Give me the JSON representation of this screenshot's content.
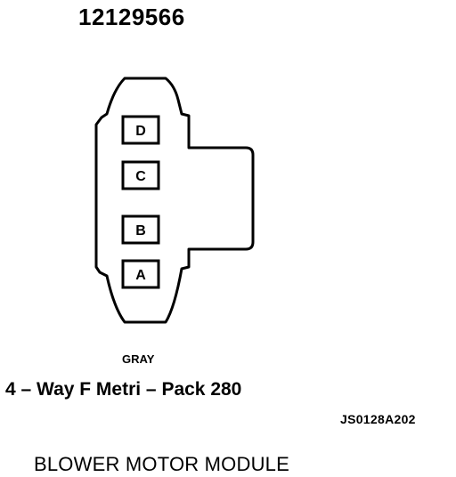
{
  "part_number": "12129566",
  "connector_color": "GRAY",
  "connector_description": "4 – Way F Metri – Pack 280",
  "reference_code": "JS0128A202",
  "module_title": "BLOWER MOTOR MODULE",
  "pins": [
    {
      "label": "D"
    },
    {
      "label": "C"
    },
    {
      "label": "B"
    },
    {
      "label": "A"
    }
  ]
}
